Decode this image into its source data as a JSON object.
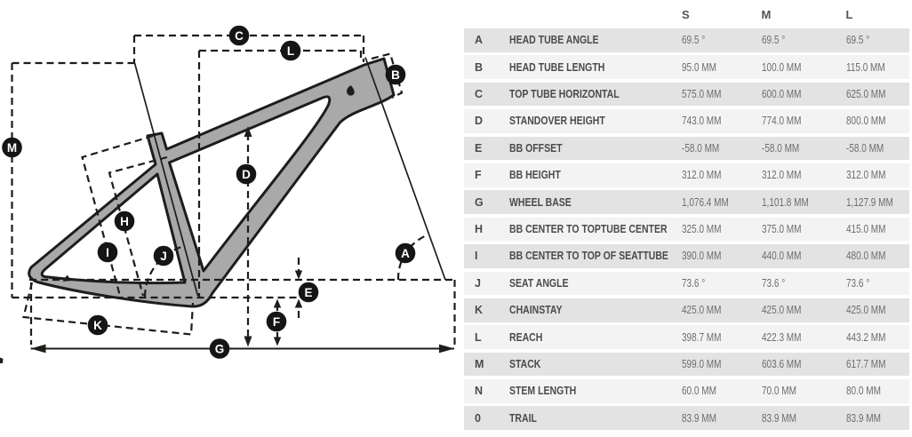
{
  "table": {
    "header": {
      "s": "S",
      "m": "M",
      "l": "L"
    },
    "rows": [
      {
        "key": "A",
        "label": "HEAD TUBE ANGLE",
        "s": "69.5 °",
        "m": "69.5 °",
        "l": "69.5 °"
      },
      {
        "key": "B",
        "label": "HEAD TUBE LENGTH",
        "s": "95.0 MM",
        "m": "100.0 MM",
        "l": "115.0 MM"
      },
      {
        "key": "C",
        "label": "TOP TUBE HORIZONTAL",
        "s": "575.0 MM",
        "m": "600.0 MM",
        "l": "625.0 MM"
      },
      {
        "key": "D",
        "label": "STANDOVER HEIGHT",
        "s": "743.0 MM",
        "m": "774.0 MM",
        "l": "800.0 MM"
      },
      {
        "key": "E",
        "label": "BB OFFSET",
        "s": "-58.0 MM",
        "m": "-58.0 MM",
        "l": "-58.0 MM"
      },
      {
        "key": "F",
        "label": "BB HEIGHT",
        "s": "312.0 MM",
        "m": "312.0 MM",
        "l": "312.0 MM"
      },
      {
        "key": "G",
        "label": "WHEEL BASE",
        "s": "1,076.4 MM",
        "m": "1,101.8 MM",
        "l": "1,127.9 MM"
      },
      {
        "key": "H",
        "label": "BB CENTER TO TOPTUBE CENTER",
        "s": "325.0 MM",
        "m": "375.0 MM",
        "l": "415.0 MM"
      },
      {
        "key": "I",
        "label": "BB CENTER TO TOP OF SEATTUBE",
        "s": "390.0 MM",
        "m": "440.0 MM",
        "l": "480.0 MM"
      },
      {
        "key": "J",
        "label": "SEAT ANGLE",
        "s": "73.6 °",
        "m": "73.6 °",
        "l": "73.6 °"
      },
      {
        "key": "K",
        "label": "CHAINSTAY",
        "s": "425.0 MM",
        "m": "425.0 MM",
        "l": "425.0 MM"
      },
      {
        "key": "L",
        "label": "REACH",
        "s": "398.7 MM",
        "m": "422.3 MM",
        "l": "443.2 MM"
      },
      {
        "key": "M",
        "label": "STACK",
        "s": "599.0 MM",
        "m": "603.6 MM",
        "l": "617.7 MM"
      },
      {
        "key": "N",
        "label": "STEM LENGTH",
        "s": "60.0 MM",
        "m": "70.0 MM",
        "l": "80.0 MM"
      },
      {
        "key": "0",
        "label": "TRAIL",
        "s": "83.9 MM",
        "m": "83.9 MM",
        "l": "83.9 MM"
      }
    ]
  },
  "diagram": {
    "badges": [
      {
        "letter": "A"
      },
      {
        "letter": "B"
      },
      {
        "letter": "C"
      },
      {
        "letter": "D"
      },
      {
        "letter": "E"
      },
      {
        "letter": "F"
      },
      {
        "letter": "G"
      },
      {
        "letter": "H"
      },
      {
        "letter": "I"
      },
      {
        "letter": "J"
      },
      {
        "letter": "K"
      },
      {
        "letter": "L"
      },
      {
        "letter": "M"
      }
    ]
  },
  "colors": {
    "row_odd": "#e3e3e3",
    "row_even": "#f3f3f3",
    "frame_fill": "#a9a9a9",
    "ink": "#1d1d1b",
    "badge_fill": "#151515"
  }
}
